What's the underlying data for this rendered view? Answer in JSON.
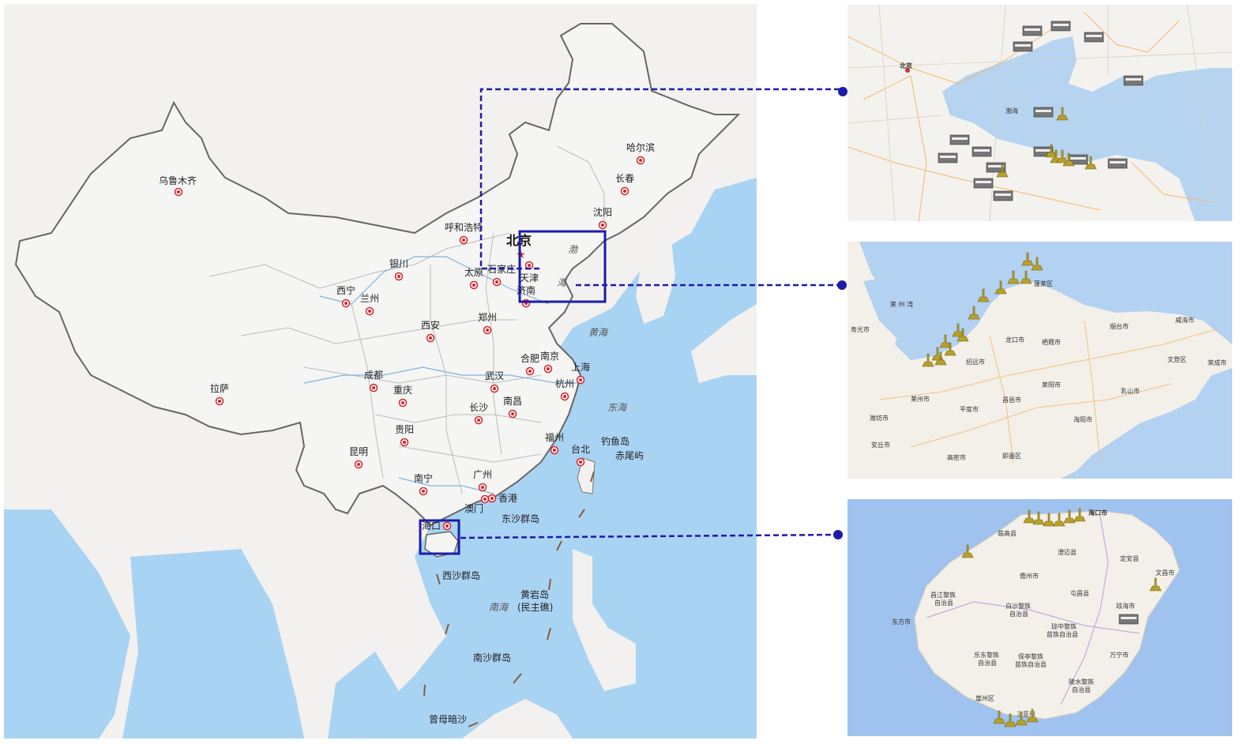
{
  "main_map": {
    "capital": "北京",
    "cities": [
      {
        "name": "乌鲁木齐",
        "key": "urumqi"
      },
      {
        "name": "哈尔滨",
        "key": "harbin"
      },
      {
        "name": "长春",
        "key": "changchun"
      },
      {
        "name": "沈阳",
        "key": "shenyang"
      },
      {
        "name": "呼和浩特",
        "key": "hohhot"
      },
      {
        "name": "天津",
        "key": "tianjin"
      },
      {
        "name": "银川",
        "key": "yinchuan"
      },
      {
        "name": "太原",
        "key": "taiyuan"
      },
      {
        "name": "石家庄",
        "key": "shijiazhuang"
      },
      {
        "name": "济南",
        "key": "jinan"
      },
      {
        "name": "西宁",
        "key": "xining"
      },
      {
        "name": "兰州",
        "key": "lanzhou"
      },
      {
        "name": "西安",
        "key": "xian"
      },
      {
        "name": "郑州",
        "key": "zhengzhou"
      },
      {
        "name": "合肥",
        "key": "hefei"
      },
      {
        "name": "南京",
        "key": "nanjing"
      },
      {
        "name": "上海",
        "key": "shanghai"
      },
      {
        "name": "成都",
        "key": "chengdu"
      },
      {
        "name": "拉萨",
        "key": "lhasa"
      },
      {
        "name": "重庆",
        "key": "chongqing"
      },
      {
        "name": "武汉",
        "key": "wuhan"
      },
      {
        "name": "杭州",
        "key": "hangzhou"
      },
      {
        "name": "长沙",
        "key": "changsha"
      },
      {
        "name": "南昌",
        "key": "nanchang"
      },
      {
        "name": "贵阳",
        "key": "guiyang"
      },
      {
        "name": "福州",
        "key": "fuzhou"
      },
      {
        "name": "台北",
        "key": "taipei"
      },
      {
        "name": "昆明",
        "key": "kunming"
      },
      {
        "name": "南宁",
        "key": "nanning"
      },
      {
        "name": "广州",
        "key": "guangzhou"
      },
      {
        "name": "香港",
        "key": "hongkong"
      },
      {
        "name": "澳门",
        "key": "macau"
      },
      {
        "name": "海口",
        "key": "haikou"
      }
    ],
    "seas": {
      "bohai_1": "渤",
      "bohai_2": "海",
      "yellow": "黄海",
      "east": "东海",
      "south": "南海"
    },
    "islands": {
      "diaoyu": "钓鱼岛",
      "chiwei": "赤尾屿",
      "dongsha": "东沙群岛",
      "xisha": "西沙群岛",
      "huangyan_1": "黄岩岛",
      "huangyan_2": "(民主礁)",
      "nansha": "南沙群岛",
      "zengmu": "曾母暗沙"
    }
  },
  "inset_north": {
    "labels": {
      "beijing": "北京",
      "bohai": "渤海"
    }
  },
  "inset_shandong": {
    "labels": {
      "laizhou_bay": "莱 州 湾",
      "penglai": "蓬莱区",
      "yantai": "烟台市",
      "weihai": "威海市",
      "longkou": "龙口市",
      "qixia": "栖霞市",
      "wendeng": "文登区",
      "rongcheng": "荣成市",
      "laiyang": "莱阳市",
      "rushan": "乳山市",
      "haiyang": "海阳市",
      "zhaoyuan": "招远市",
      "laizhou": "莱州市",
      "changyi": "昌邑市",
      "pingdu": "平度市",
      "weifang": "潍坊市",
      "anqiu": "安丘市",
      "gaomi": "高密市",
      "jimo": "即墨区",
      "shouguang": "寿光市"
    }
  },
  "inset_hainan": {
    "labels": {
      "haikou": "海口市",
      "lingao": "临高县",
      "chengmai": "澄迈县",
      "dingan": "定安县",
      "danzhou": "儋州市",
      "wenchang": "文昌市",
      "tunchang": "屯昌县",
      "changjiang_1": "昌江黎族",
      "changjiang_2": "自治县",
      "baisha_1": "白沙黎族",
      "baisha_2": "自治县",
      "qiongzhong_1": "琼中黎族",
      "qiongzhong_2": "苗族自治县",
      "qionghai": "琼海市",
      "dongfang": "东方市",
      "wanning": "万宁市",
      "ledong_1": "乐东黎族",
      "ledong_2": "自治县",
      "baoting_1": "保亭黎族",
      "baoting_2": "苗族自治县",
      "lingshui_1": "陵水黎族",
      "lingshui_2": "自治县",
      "yazhou": "崖州区",
      "sanya": "三亚市"
    }
  },
  "colors": {
    "connector": "#1c1ca8",
    "city_marker": "#d5242b",
    "land": "#f2f1ef",
    "sea": "#a9d3f3",
    "border": "#555555"
  }
}
